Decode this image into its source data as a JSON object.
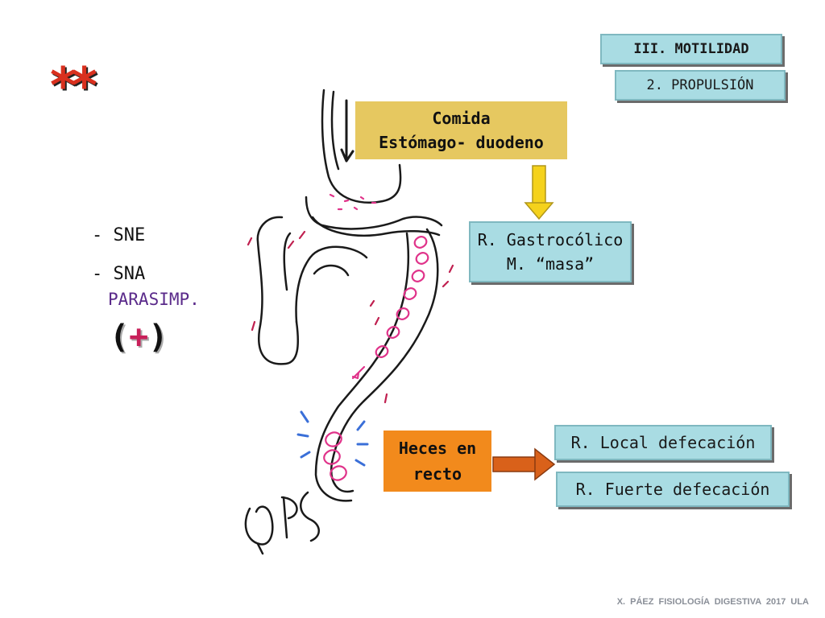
{
  "header": {
    "section": "III. MOTILIDAD",
    "subsection": "2. PROPULSIÓN"
  },
  "marks": {
    "stars": "**",
    "plus_open": "(",
    "plus_sign": "+",
    "plus_close": ")"
  },
  "left_list": {
    "sne": "- SNE",
    "sna": "- SNA",
    "parasimp": "PARASIMP."
  },
  "boxes": {
    "comida_line1": "Comida",
    "comida_line2": "Estómago- duodeno",
    "gastro_line1": "R. Gastrocólico",
    "gastro_line2": "M. “masa”",
    "heces_line1": "Heces en",
    "heces_line2": "recto",
    "local": "R. Local defecación",
    "fuerte": "R. Fuerte defecación"
  },
  "footer": "X. PÁEZ  FISIOLOGÍA DIGESTIVA 2017  ULA",
  "colors": {
    "tag_fill": "#a9dce3",
    "comida_fill": "#e6c860",
    "heces_fill": "#f28a1c",
    "arrow_yellow": "#f5d21c",
    "arrow_orange": "#d9611a",
    "drawing_pink": "#e0338a",
    "stars": "#d9301e"
  }
}
